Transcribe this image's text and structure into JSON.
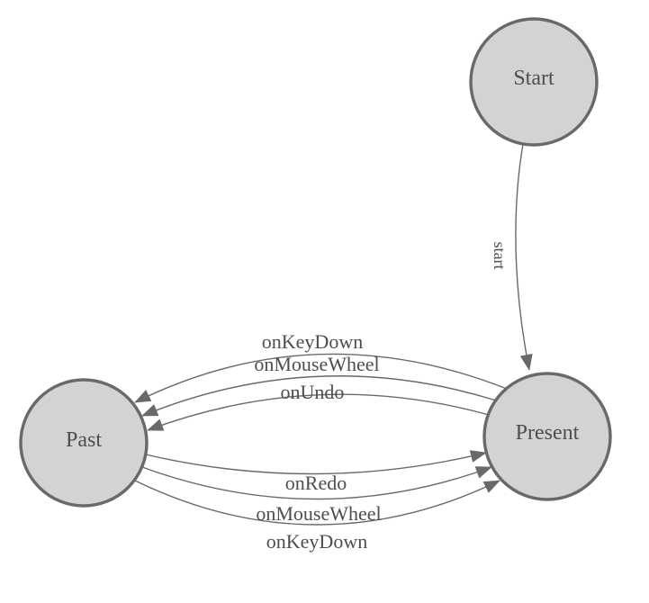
{
  "diagram": {
    "type": "state-machine",
    "colors": {
      "node_fill": "#d3d3d3",
      "node_stroke": "#696969",
      "edge_stroke": "#696969",
      "arrowhead": "#696969",
      "text": "#4d4d54",
      "background": "#ffffff"
    },
    "nodes": [
      {
        "id": "start",
        "label": "Start"
      },
      {
        "id": "present",
        "label": "Present"
      },
      {
        "id": "past",
        "label": "Past"
      }
    ],
    "edges": {
      "start": {
        "from": "Start",
        "to": "Present",
        "label": "start"
      },
      "present_past": [
        {
          "from": "Present",
          "to": "Past",
          "label": "onKeyDown"
        },
        {
          "from": "Present",
          "to": "Past",
          "label": "onMouseWheel"
        },
        {
          "from": "Present",
          "to": "Past",
          "label": "onUndo"
        }
      ],
      "past_present": [
        {
          "from": "Past",
          "to": "Present",
          "label": "onRedo"
        },
        {
          "from": "Past",
          "to": "Present",
          "label": "onMouseWheel"
        },
        {
          "from": "Past",
          "to": "Present",
          "label": "onKeyDown"
        }
      ]
    }
  }
}
